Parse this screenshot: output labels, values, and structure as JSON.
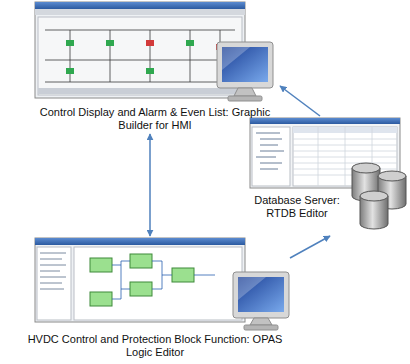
{
  "diagram": {
    "nodes": [
      {
        "text": [
          "Control Display and Alarm & Even List: Graphic Builder for HMI"
        ]
      },
      {
        "text": [
          "Database Server: RTDB Editor"
        ]
      },
      {
        "text": [
          "HVDC Control and Protection Block Function: OPAS Logic Editor"
        ]
      }
    ],
    "edges": [
      {
        "from": 0,
        "to": 2,
        "arrow": "both"
      },
      {
        "from": 2,
        "to": 1,
        "arrow": "to"
      },
      {
        "from": 1,
        "to": 0,
        "arrow": "to"
      }
    ]
  }
}
